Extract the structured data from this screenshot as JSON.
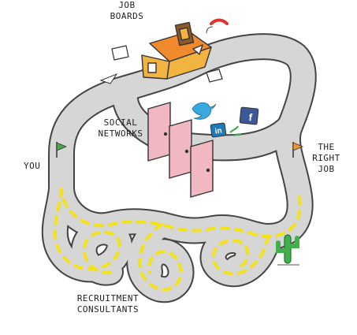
{
  "labels": {
    "job_boards": [
      "JOB",
      "BOARDS"
    ],
    "social_networks": [
      "SOCIAL",
      "NETWORKS"
    ],
    "you": "YOU",
    "the_right_job": [
      "THE",
      "RIGHT",
      "JOB"
    ],
    "recruitment_consultants": [
      "RECRUITMENT",
      "CONSULTANTS"
    ]
  },
  "icons": {
    "linkedin": "in",
    "facebook": "f"
  },
  "colors": {
    "road": "#d6d6d6",
    "road_edge": "#444444",
    "lane": "#f2e21a",
    "house": "#f2b441",
    "roof": "#f08a2c",
    "door": "#f2b8c2",
    "flag_start": "#46a84a",
    "flag_end": "#f2962a",
    "cactus": "#3fb04a",
    "twitter": "#3aa9e0",
    "linkedin": "#1b7ab8",
    "facebook": "#3b5998",
    "phone": "#e0332a"
  }
}
